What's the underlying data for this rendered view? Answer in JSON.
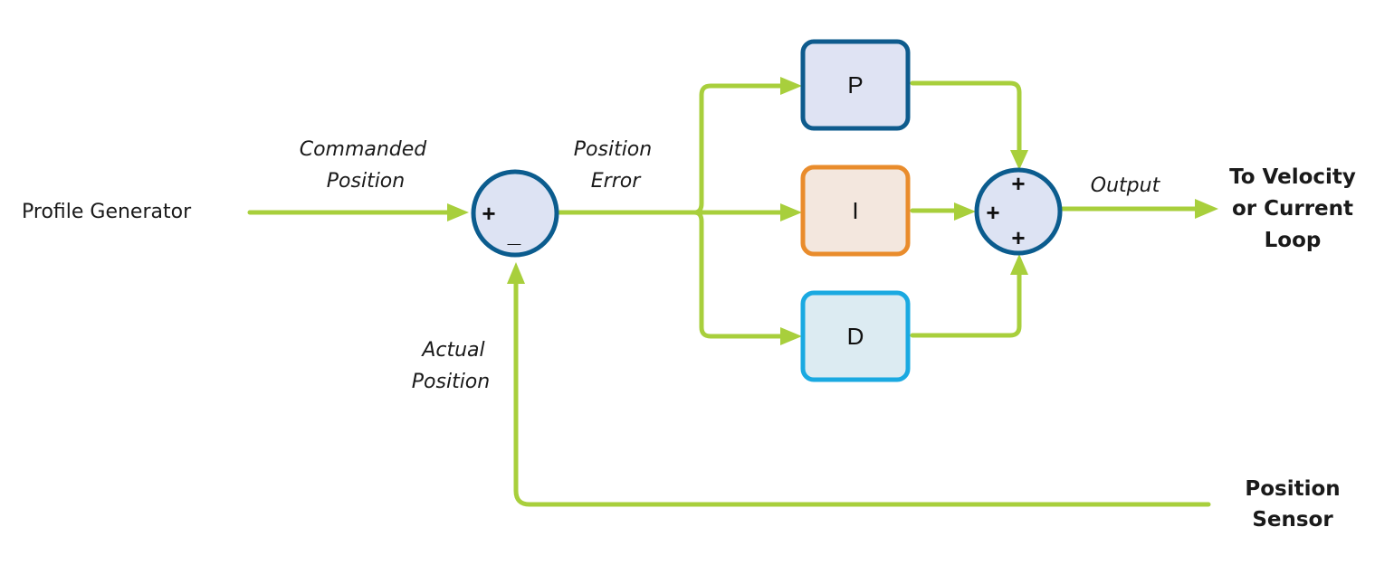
{
  "labels": {
    "profile_generator": "Profile Generator",
    "commanded_position_line1": "Commanded",
    "commanded_position_line2": "Position",
    "position_error_line1": "Position",
    "position_error_line2": "Error",
    "actual_position_line1": "Actual",
    "actual_position_line2": "Position",
    "output": "Output",
    "to_velocity_line1": "To Velocity",
    "to_velocity_line2": "or Current",
    "to_velocity_line3": "Loop",
    "position_sensor_line1": "Position",
    "position_sensor_line2": "Sensor"
  },
  "blocks": {
    "p": "P",
    "i": "I",
    "d": "D"
  },
  "summing_junction_1": {
    "plus": "+",
    "minus": "_"
  },
  "summing_junction_2": {
    "plus_top": "+",
    "plus_left": "+",
    "plus_bottom": "+"
  },
  "colors": {
    "wire": "#a8cf3c",
    "junction_stroke": "#0b5c8e",
    "junction_fill": "#dde3f3",
    "p_stroke": "#0e5b8d",
    "i_stroke": "#e98c2c",
    "d_stroke": "#1aa9e1"
  }
}
